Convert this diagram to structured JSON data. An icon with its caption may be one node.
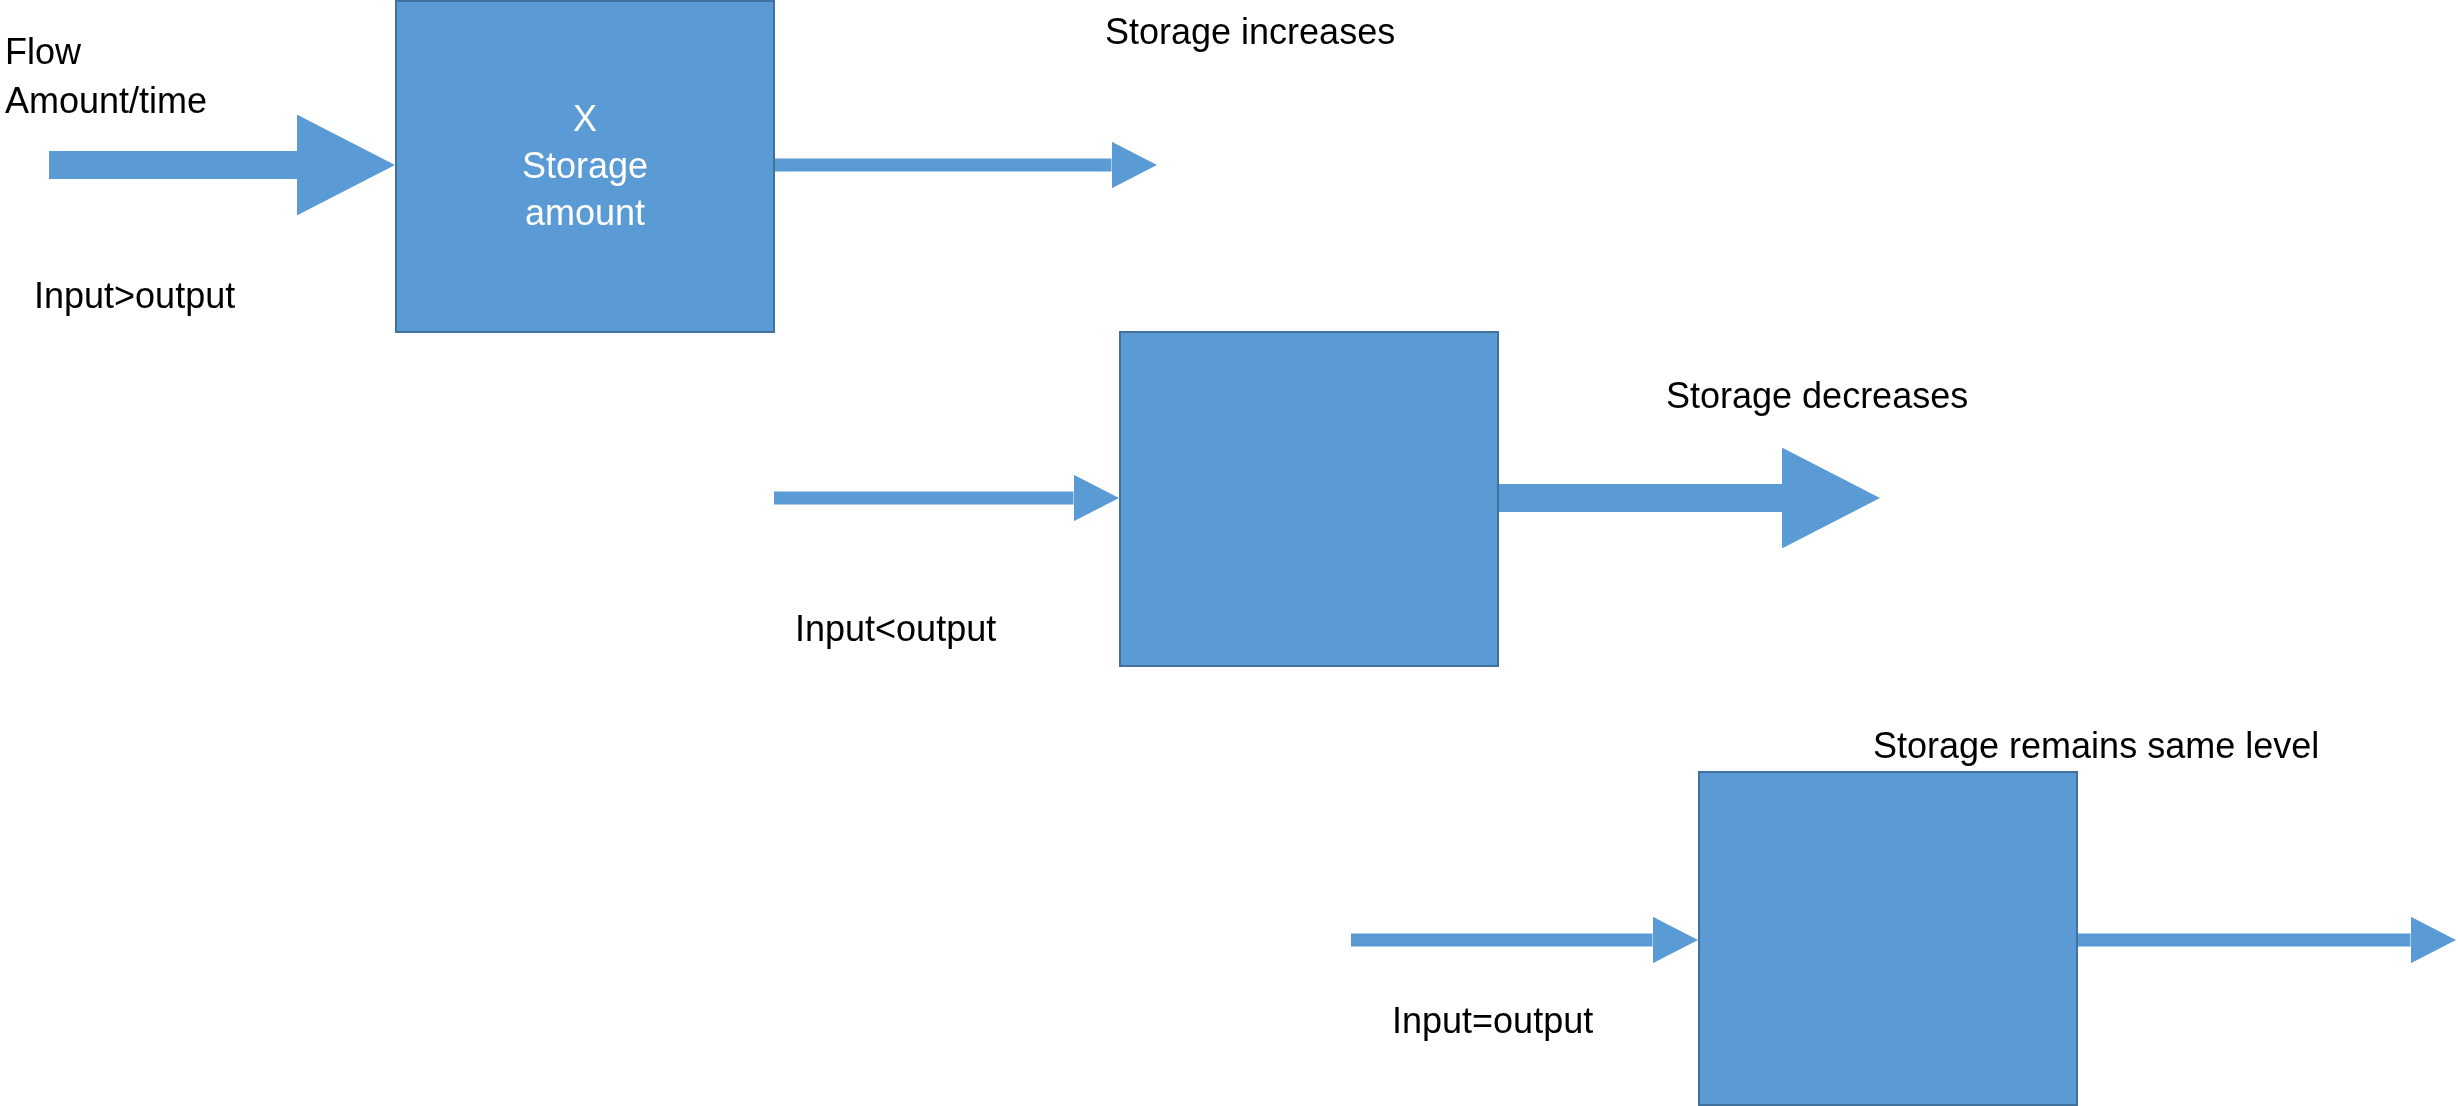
{
  "diagram": {
    "nodes": [
      {
        "text": [
          "X",
          "Storage amount"
        ]
      },
      {
        "text": [],
        "shape": "box"
      },
      {
        "text": [],
        "shape": "box"
      }
    ],
    "edges": [
      {
        "from": null,
        "to": 0,
        "arrow": "to",
        "style": "thick"
      },
      {
        "from": 0,
        "to": null,
        "arrow": "to"
      },
      {
        "from": null,
        "to": 1,
        "arrow": "to"
      },
      {
        "from": 1,
        "to": null,
        "arrow": "to",
        "style": "thick"
      },
      {
        "from": null,
        "to": 2,
        "arrow": "to"
      },
      {
        "from": 2,
        "to": null,
        "arrow": "to"
      }
    ],
    "labels": [
      "Flow Amount/time",
      "Storage increases",
      "Input>output",
      "Storage decreases",
      "Input<output",
      "Storage remains same level",
      "Input=output"
    ]
  }
}
